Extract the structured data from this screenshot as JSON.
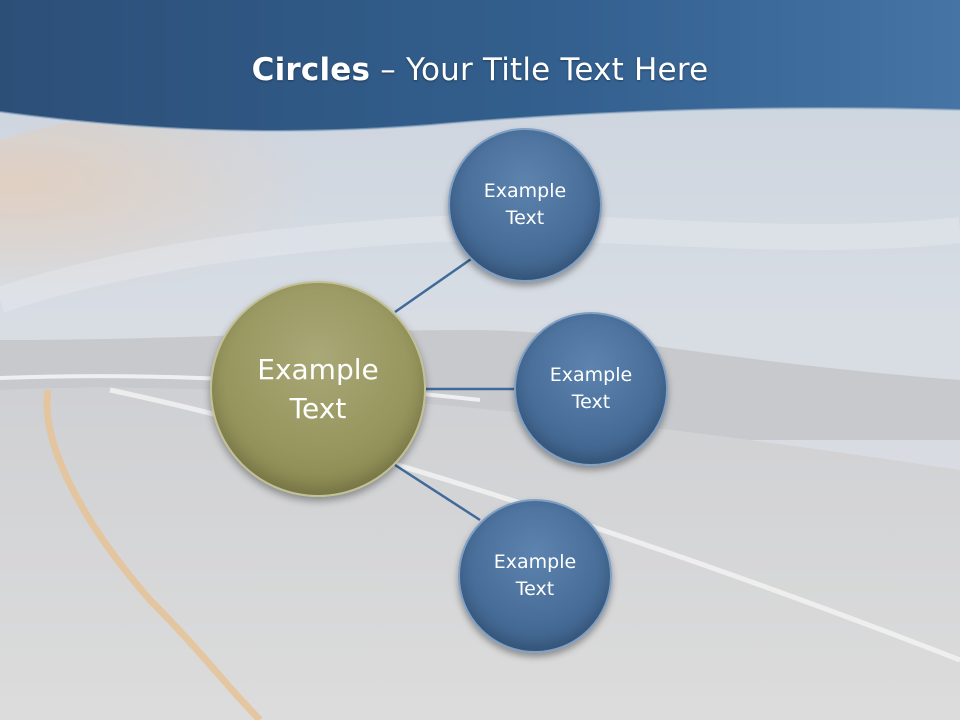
{
  "slide": {
    "title_bold": "Circles",
    "title_rest": " – Your Title Text Here"
  },
  "diagram": {
    "center": {
      "label": "Example\nText",
      "color": "#97965e"
    },
    "satellites": [
      {
        "label": "Example\nText",
        "color": "#476d98"
      },
      {
        "label": "Example\nText",
        "color": "#476d98"
      },
      {
        "label": "Example\nText",
        "color": "#476d98"
      }
    ],
    "connector_color": "#3f6a9a"
  },
  "theme": {
    "header_color": "#2f5a8a",
    "background": "road-sky-photo"
  }
}
